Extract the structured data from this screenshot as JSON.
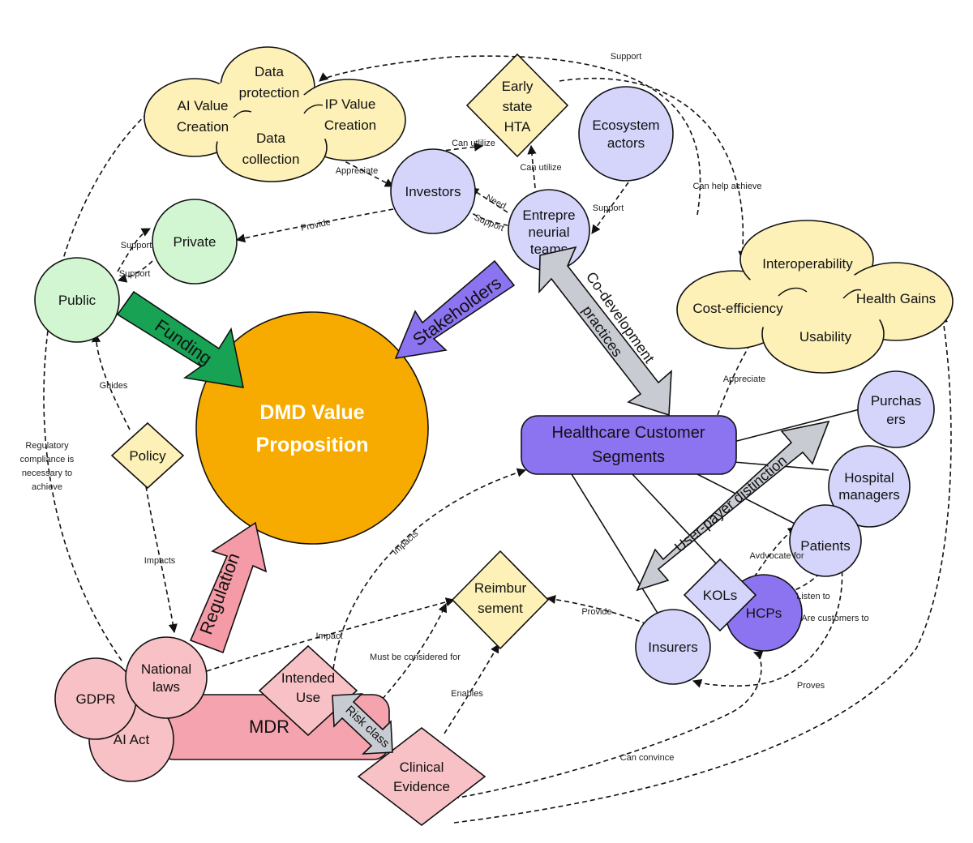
{
  "colors": {
    "cloud": "#fdf1b8",
    "diamond": "#fdf1b8",
    "stakeholder_circle": "#d5d5fb",
    "hcp_circle": "#8c74f0",
    "green_circle": "#d2f6d2",
    "pink": "#f8c1c6",
    "mdr_bar": "#f5a3ae",
    "core_circle": "#f7ab00",
    "funding_arrow": "#17a254",
    "stakeholders_arrow": "#8c74f0",
    "regulation_arrow": "#f59aa7",
    "grey_arrow": "#c8ccd2",
    "segments_box": "#8c74f0"
  },
  "nodes": {
    "core": {
      "line1": "DMD Value",
      "line2": "Proposition"
    },
    "ai_value": {
      "line1": "AI Value",
      "line2": "Creation"
    },
    "data_protection": {
      "line1": "Data",
      "line2": "protection"
    },
    "ip_value": {
      "line1": "IP Value",
      "line2": "Creation"
    },
    "data_collection": {
      "line1": "Data",
      "line2": "collection"
    },
    "early_hta": {
      "line1": "Early",
      "line2": "state",
      "line3": "HTA"
    },
    "ecosystem": {
      "line1": "Ecosystem",
      "line2": "actors"
    },
    "investors": {
      "label": "Investors"
    },
    "entrepreneurial": {
      "line1": "Entrepre",
      "line2": "neurial",
      "line3": "teams"
    },
    "private": {
      "label": "Private"
    },
    "public": {
      "label": "Public"
    },
    "policy": {
      "label": "Policy"
    },
    "interoperability": {
      "label": "Interoperability"
    },
    "cost_efficiency": {
      "label": "Cost-efficiency"
    },
    "health_gains": {
      "label": "Health Gains"
    },
    "usability": {
      "label": "Usability"
    },
    "segments": {
      "line1": "Healthcare Customer",
      "line2": "Segments"
    },
    "purchasers": {
      "line1": "Purchas",
      "line2": "ers"
    },
    "hospital_managers": {
      "line1": "Hospital",
      "line2": "managers"
    },
    "patients": {
      "label": "Patients"
    },
    "kols": {
      "label": "KOLs"
    },
    "hcps": {
      "label": "HCPs"
    },
    "insurers": {
      "label": "Insurers"
    },
    "reimbursement": {
      "line1": "Reimbur",
      "line2": "sement"
    },
    "national_laws": {
      "line1": "National",
      "line2": "laws"
    },
    "gdpr": {
      "label": "GDPR"
    },
    "ai_act": {
      "label": "AI Act"
    },
    "mdr": {
      "label": "MDR"
    },
    "intended_use": {
      "line1": "Intended",
      "line2": "Use"
    },
    "clinical_evidence": {
      "line1": "Clinical",
      "line2": "Evidence"
    }
  },
  "arrows": {
    "funding": "Funding",
    "stakeholders": "Stakeholders",
    "regulation": "Regulation",
    "codevelopment": {
      "line1": "Co-development",
      "line2": "practices"
    },
    "user_payer": "User-payer distinction",
    "risk_class": "Risk class"
  },
  "edge_labels": {
    "support_top": "Support",
    "can_utilize_investors": "Can utlilize",
    "can_utilize_teams": "Can utilize",
    "appreciate_data": "Appreciate",
    "need": "Need",
    "support_investors": "Support",
    "provide_private": "Provide",
    "support_ecosystem": "Support",
    "can_help_achieve": "Can  help achieve",
    "support_public_private": "Support",
    "support_private_public": "Support",
    "guides": "Guides",
    "regulatory_compliance": {
      "line1": "Regulatory",
      "line2": "compliance is",
      "line3": "necessary to",
      "line4": "achieve"
    },
    "impacts_policy": "Impacts",
    "impacts_mdr": "Impacts",
    "appreciate_segments": "Appreciate",
    "advocate_for": "Avdvocate for",
    "listen_to": "Listen to",
    "are_customers_to": "Are customers to",
    "provide_reimbursement": "Provide",
    "impact": "Impact",
    "must_be_considered": "Must be considered for",
    "enables": "Enables",
    "proves": "Proves",
    "can_convince": "Can convince"
  }
}
